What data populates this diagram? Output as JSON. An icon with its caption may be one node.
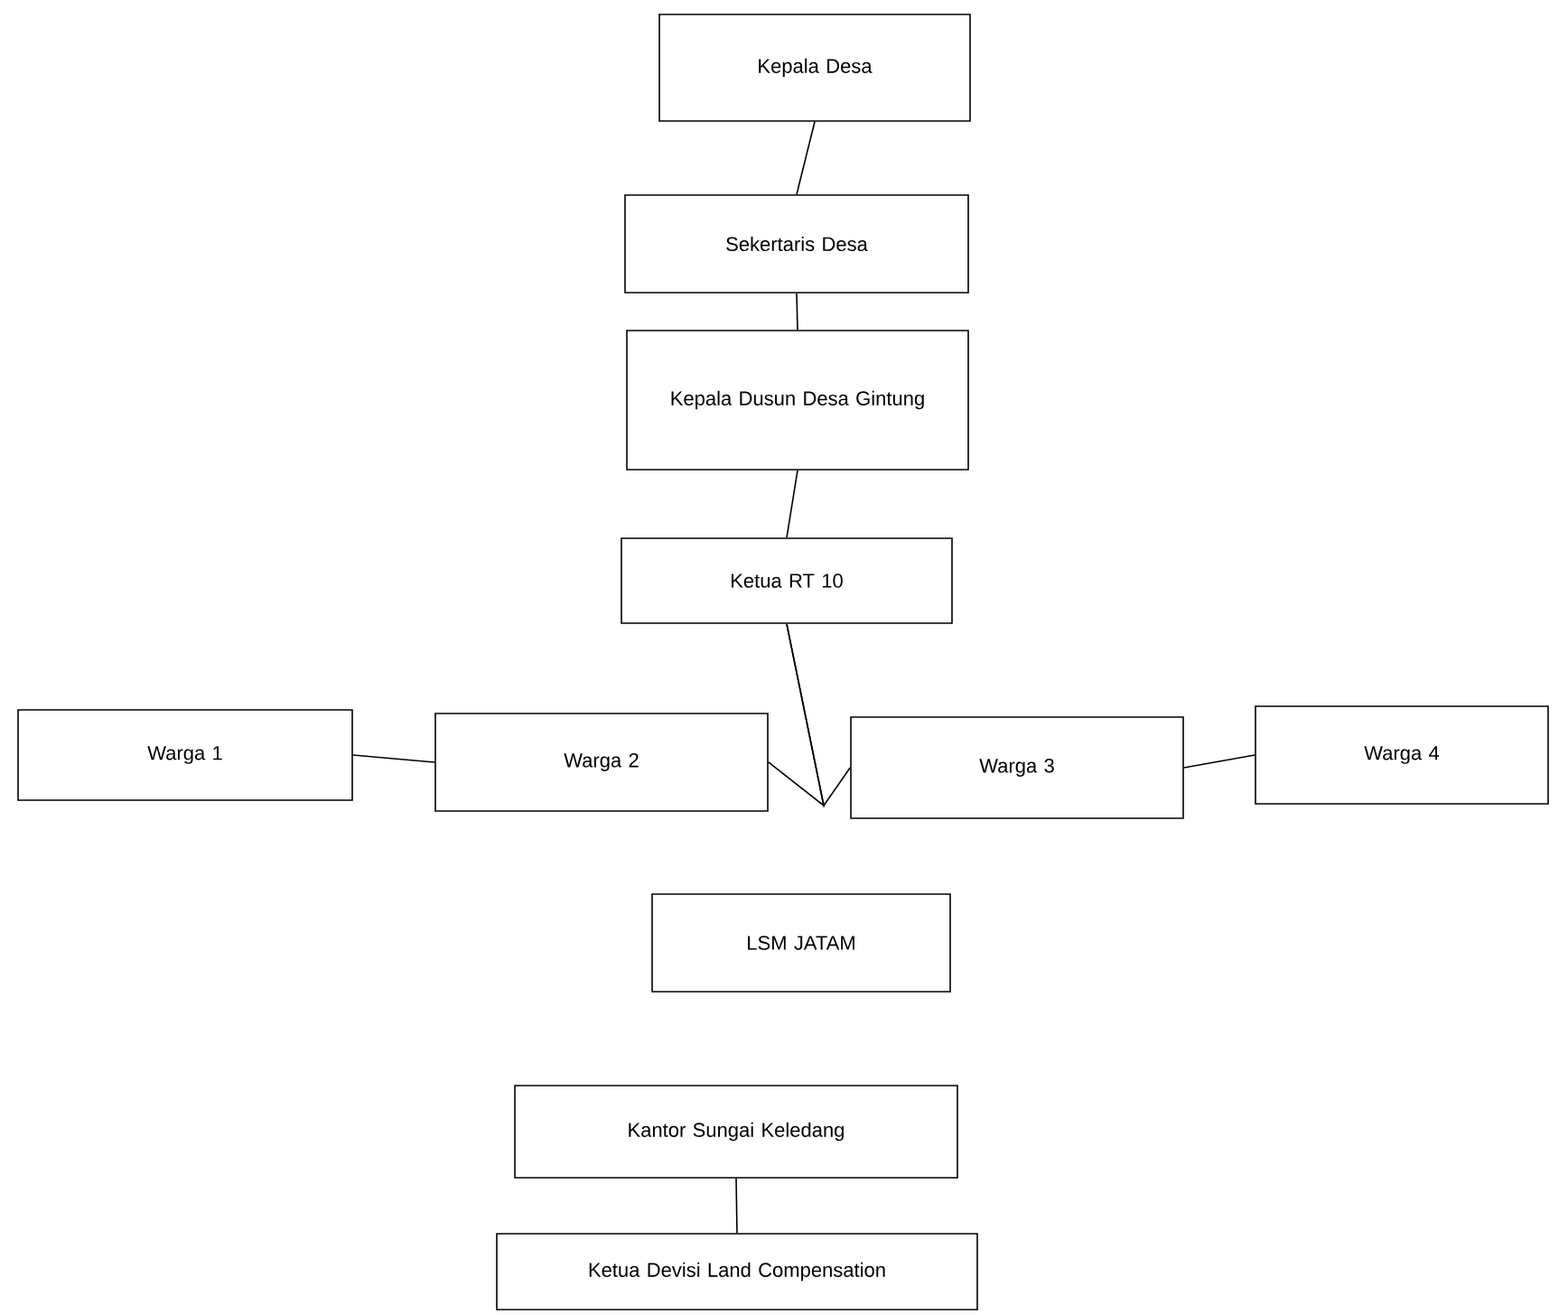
{
  "diagram": {
    "nodes": [
      {
        "text": [
          "Kepala Desa"
        ]
      },
      {
        "text": [
          "Sekertaris Desa"
        ]
      },
      {
        "text": [
          "Kepala Dusun Desa Gintung"
        ]
      },
      {
        "text": [
          "Ketua RT 10"
        ]
      },
      {
        "text": [
          "Warga 1"
        ]
      },
      {
        "text": [
          "Warga 2"
        ]
      },
      {
        "text": [
          "Warga 3"
        ]
      },
      {
        "text": [
          "Warga 4"
        ]
      },
      {
        "text": [
          "LSM JATAM"
        ]
      },
      {
        "text": [
          "Kantor Sungai Keledang"
        ]
      },
      {
        "text": [
          "Ketua Devisi Land Compensation"
        ]
      }
    ],
    "edges": [
      {
        "from": 0,
        "to": 1,
        "arrow": "none"
      },
      {
        "from": 1,
        "to": 2,
        "arrow": "none"
      },
      {
        "from": 2,
        "to": 3,
        "arrow": "none"
      },
      {
        "from": 3,
        "to": 5,
        "arrow": "none"
      },
      {
        "from": 3,
        "to": 6,
        "arrow": "none"
      },
      {
        "from": 4,
        "to": 5,
        "arrow": "none"
      },
      {
        "from": 6,
        "to": 7,
        "arrow": "none"
      },
      {
        "from": 9,
        "to": 10,
        "arrow": "none"
      }
    ]
  }
}
